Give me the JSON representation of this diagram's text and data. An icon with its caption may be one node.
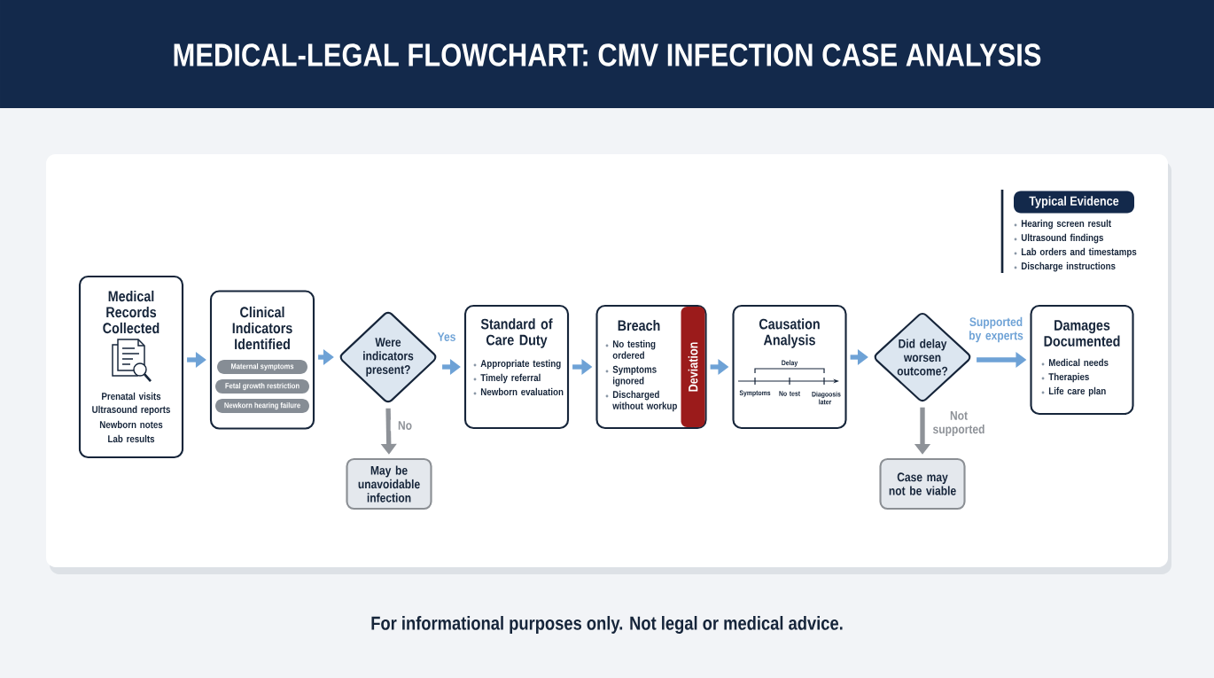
{
  "diagram": {
    "title": "MEDICAL-LEGAL FLOWCHART: CMV INFECTION CASE ANALYSIS",
    "caption": "For informational purposes only. Not legal or medical advice.",
    "nodes": [
      {
        "text": [
          "Medical Records Collected",
          "Prenatal visits",
          "Ultrasound reports",
          "Newborn notes",
          "Lab results"
        ]
      },
      {
        "text": [
          "Clinical Indicators Identified"
        ]
      },
      {
        "text": [
          "Maternal symptoms"
        ],
        "in": 1
      },
      {
        "text": [
          "Fetal growth restriction"
        ],
        "in": 1
      },
      {
        "text": [
          "Newkorn hearing failure"
        ],
        "in": 1
      },
      {
        "text": [
          "Were indicators present?"
        ]
      },
      {
        "text": [
          "May be unavoidable infection"
        ]
      },
      {
        "text": [
          "Standard of Care Duty",
          "Appropriate testing",
          "Timely referral",
          "Newborn evaluation"
        ]
      },
      {
        "text": [
          "Breach",
          "No testing ordered",
          "Symptoms ignored",
          "Discharged without workup"
        ]
      },
      {
        "text": [
          "Deviation"
        ],
        "in": 8
      },
      {
        "text": [
          "Causation Analysis",
          "Delay",
          "Symptoms",
          "No test",
          "Diagoosis later"
        ]
      },
      {
        "text": [
          "Did delay worsen outcome?"
        ]
      },
      {
        "text": [
          "Case may not be viable"
        ]
      },
      {
        "text": [
          "Damages Documented",
          "Medical needs",
          "Therapies",
          "Life care plan"
        ]
      },
      {
        "text": [
          "Typical Evidence"
        ],
        "beside": [
          "Hearing screen result",
          "Ultrasound findings",
          "Lab orders and timestamps",
          "Discharge instructions"
        ]
      }
    ],
    "edges": [
      {
        "from": 0,
        "to": 1,
        "arrow": "to"
      },
      {
        "from": 1,
        "to": 5,
        "arrow": "to"
      },
      {
        "from": 5,
        "to": 7,
        "arrow": "to",
        "label": "Yes"
      },
      {
        "from": 5,
        "to": 6,
        "arrow": "to",
        "label": "No",
        "color": "#8e9298"
      },
      {
        "from": 7,
        "to": 8,
        "arrow": "to"
      },
      {
        "from": 8,
        "to": 10,
        "arrow": "to"
      },
      {
        "from": 10,
        "to": 11,
        "arrow": "to"
      },
      {
        "from": 11,
        "to": 13,
        "arrow": "to",
        "label": "Supported by experts"
      },
      {
        "from": 11,
        "to": 12,
        "arrow": "to",
        "label": "Not supported",
        "color": "#8e9298"
      }
    ]
  }
}
